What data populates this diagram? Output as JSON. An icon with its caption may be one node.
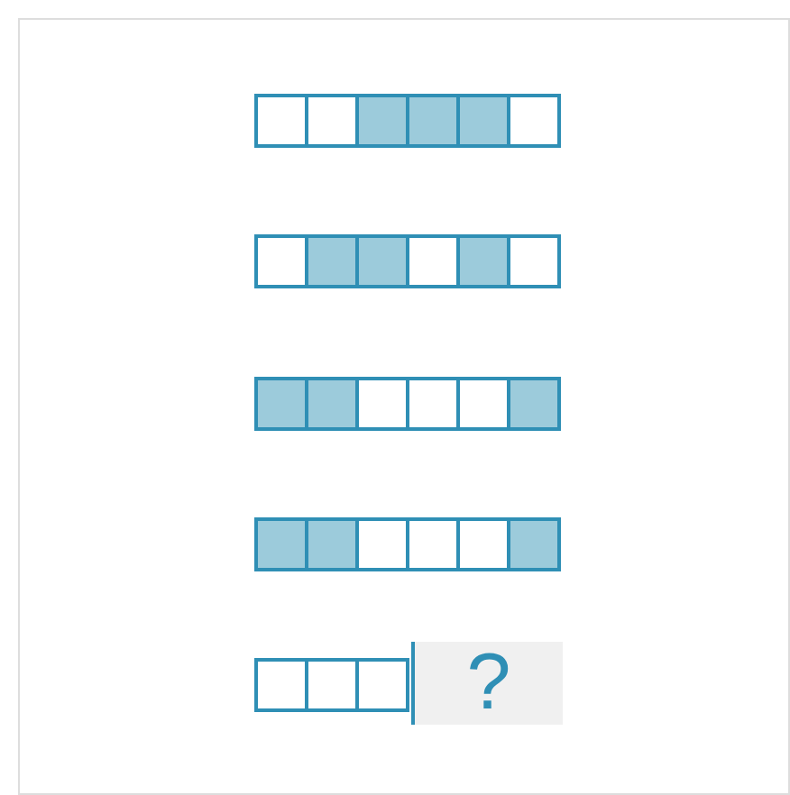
{
  "diagram": {
    "nodes": [
      {
        "text": [],
        "shape": "box"
      },
      {
        "text": [],
        "shape": "box"
      },
      {
        "text": [],
        "shape": "shaded-box"
      },
      {
        "text": [],
        "shape": "shaded-box"
      },
      {
        "text": [],
        "shape": "shaded-box"
      },
      {
        "text": [],
        "shape": "box"
      },
      {
        "text": [],
        "shape": "box"
      },
      {
        "text": [],
        "shape": "shaded-box"
      },
      {
        "text": [],
        "shape": "shaded-box"
      },
      {
        "text": [],
        "shape": "box"
      },
      {
        "text": [],
        "shape": "shaded-box"
      },
      {
        "text": [],
        "shape": "box"
      },
      {
        "text": [],
        "shape": "shaded-box"
      },
      {
        "text": [],
        "shape": "shaded-box"
      },
      {
        "text": [],
        "shape": "box"
      },
      {
        "text": [],
        "shape": "box"
      },
      {
        "text": [],
        "shape": "box"
      },
      {
        "text": [],
        "shape": "shaded-box"
      },
      {
        "text": [],
        "shape": "shaded-box"
      },
      {
        "text": [],
        "shape": "shaded-box"
      },
      {
        "text": [],
        "shape": "box"
      },
      {
        "text": [],
        "shape": "box"
      },
      {
        "text": [],
        "shape": "box"
      },
      {
        "text": [],
        "shape": "shaded-box"
      },
      {
        "text": [],
        "shape": "box"
      },
      {
        "text": [],
        "shape": "box"
      },
      {
        "text": [],
        "shape": "box"
      },
      {
        "text": [
          "?"
        ]
      }
    ]
  }
}
